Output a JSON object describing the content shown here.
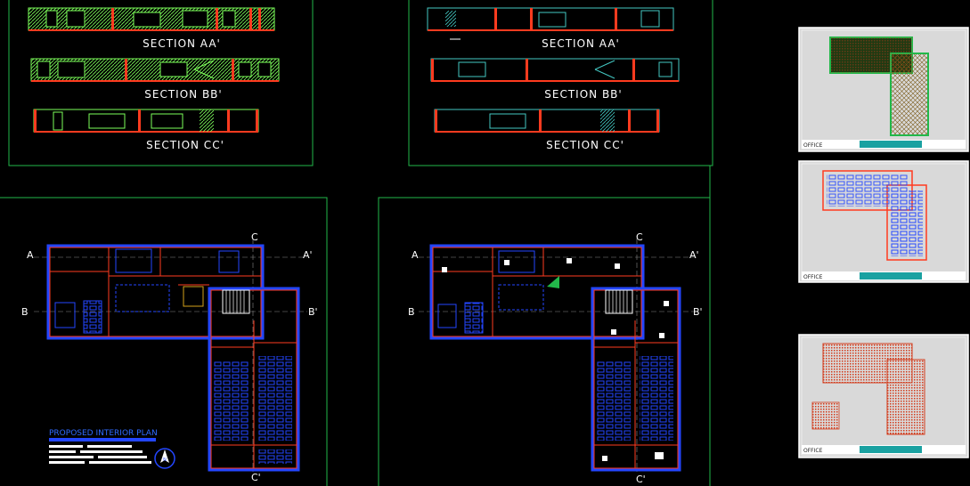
{
  "sections_left": [
    "SECTION AA'",
    "SECTION BB'",
    "SECTION CC'"
  ],
  "sections_right": [
    "SECTION AA'",
    "SECTION BB'",
    "SECTION CC'"
  ],
  "markers_left": {
    "a": "A",
    "a2": "A'",
    "b": "B",
    "b2": "B'",
    "c": "C",
    "c2": "C'"
  },
  "markers_right": {
    "a": "A",
    "a2": "A'",
    "b": "B",
    "b2": "B'",
    "c": "C",
    "c2": "C'"
  },
  "plan_title": "PROPOSED INTERIOR PLAN",
  "north": "N",
  "thumb_labels": [
    "OFFICE",
    "OFFICE",
    "OFFICE"
  ],
  "colors": {
    "frame": "#22b84a",
    "wall": "#ff3b1f",
    "blue": "#2346ff",
    "section_green": "#7dff5a",
    "section_teal": "#43c7c2",
    "thumb_bg": "#d9d9d9"
  }
}
